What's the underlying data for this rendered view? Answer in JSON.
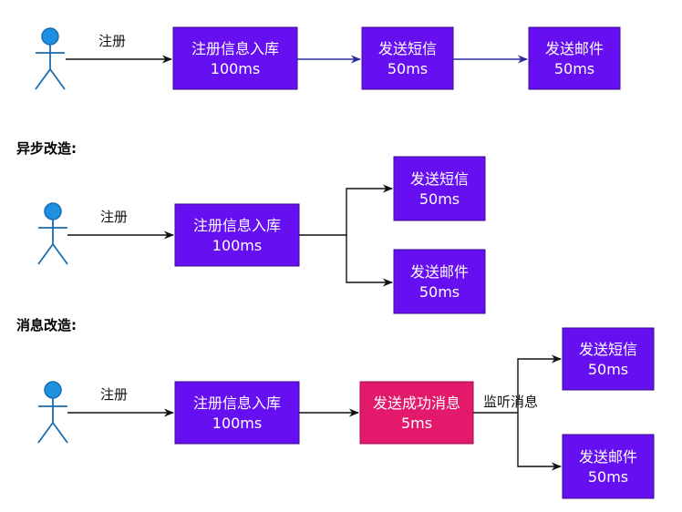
{
  "colors": {
    "process_box": "#6610f2",
    "process_box_border": "#3c0b8f",
    "message_box": "#e3196c",
    "message_box_border": "#9c0f47",
    "actor_fill": "#1e90e0",
    "actor_stroke": "#1b6cae",
    "arrow_dark": "#111111",
    "arrow_blue": "#2b2b9e"
  },
  "icons": {
    "actor": "person-stick-figure-icon"
  },
  "sync_flow": {
    "register_label": "注册",
    "db_box": {
      "line1": "注册信息入库",
      "line2": "100ms"
    },
    "sms_box": {
      "line1": "发送短信",
      "line2": "50ms"
    },
    "mail_box": {
      "line1": "发送邮件",
      "line2": "50ms"
    }
  },
  "async_flow": {
    "title": "异步改造:",
    "register_label": "注册",
    "db_box": {
      "line1": "注册信息入库",
      "line2": "100ms"
    },
    "sms_box": {
      "line1": "发送短信",
      "line2": "50ms"
    },
    "mail_box": {
      "line1": "发送邮件",
      "line2": "50ms"
    }
  },
  "mq_flow": {
    "title": "消息改造:",
    "register_label": "注册",
    "db_box": {
      "line1": "注册信息入库",
      "line2": "100ms"
    },
    "msg_box": {
      "line1": "发送成功消息",
      "line2": "5ms"
    },
    "listen_label": "监听消息",
    "sms_box": {
      "line1": "发送短信",
      "line2": "50ms"
    },
    "mail_box": {
      "line1": "发送邮件",
      "line2": "50ms"
    }
  }
}
